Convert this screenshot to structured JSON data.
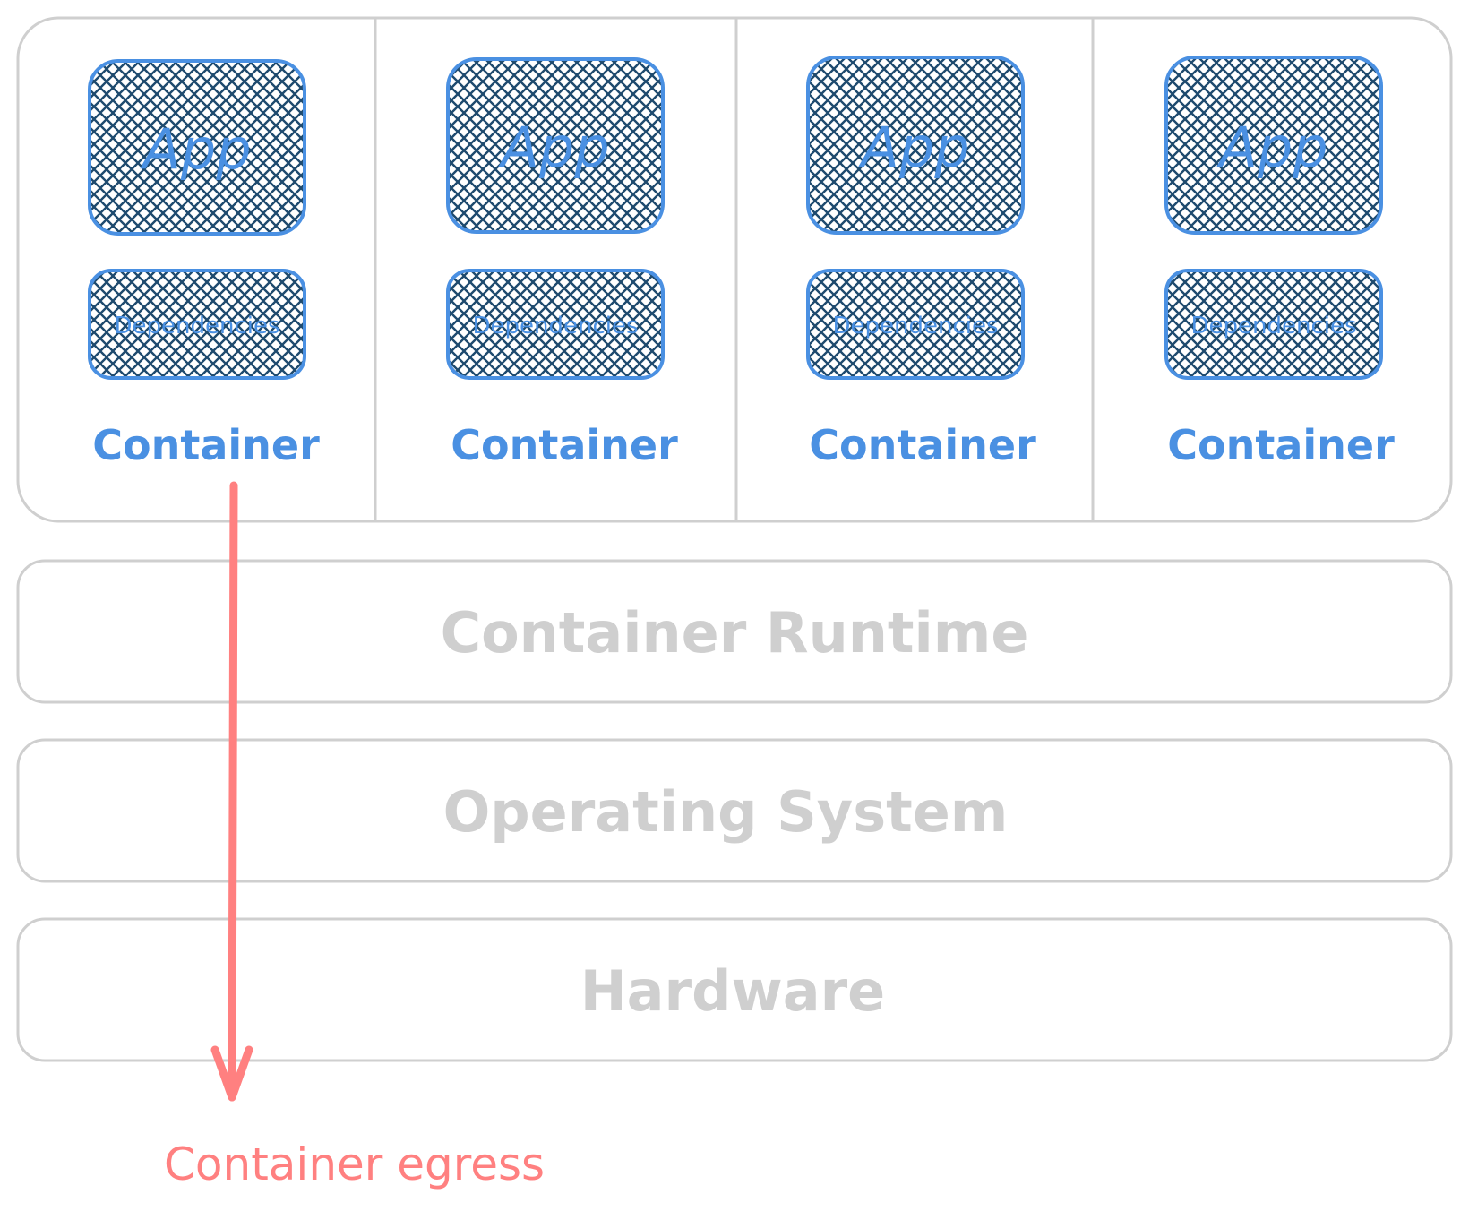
{
  "diagram": {
    "containers": [
      {
        "app_label": "App",
        "deps_label": "Dependencies",
        "label": "Container"
      },
      {
        "app_label": "App",
        "deps_label": "Dependencies",
        "label": "Container"
      },
      {
        "app_label": "App",
        "deps_label": "Dependencies",
        "label": "Container"
      },
      {
        "app_label": "App",
        "deps_label": "Dependencies",
        "label": "Container"
      }
    ],
    "layers": [
      {
        "label": "Container Runtime"
      },
      {
        "label": "Operating System"
      },
      {
        "label": "Hardware"
      }
    ],
    "egress": {
      "label": "Container egress"
    },
    "colors": {
      "box_stroke": "#4a90e2",
      "hatch": "#1e4a6e",
      "container_text": "#4a90e2",
      "layer_stroke": "#cfcfcf",
      "layer_text": "#cfcfcf",
      "egress": "#ff8080"
    }
  }
}
